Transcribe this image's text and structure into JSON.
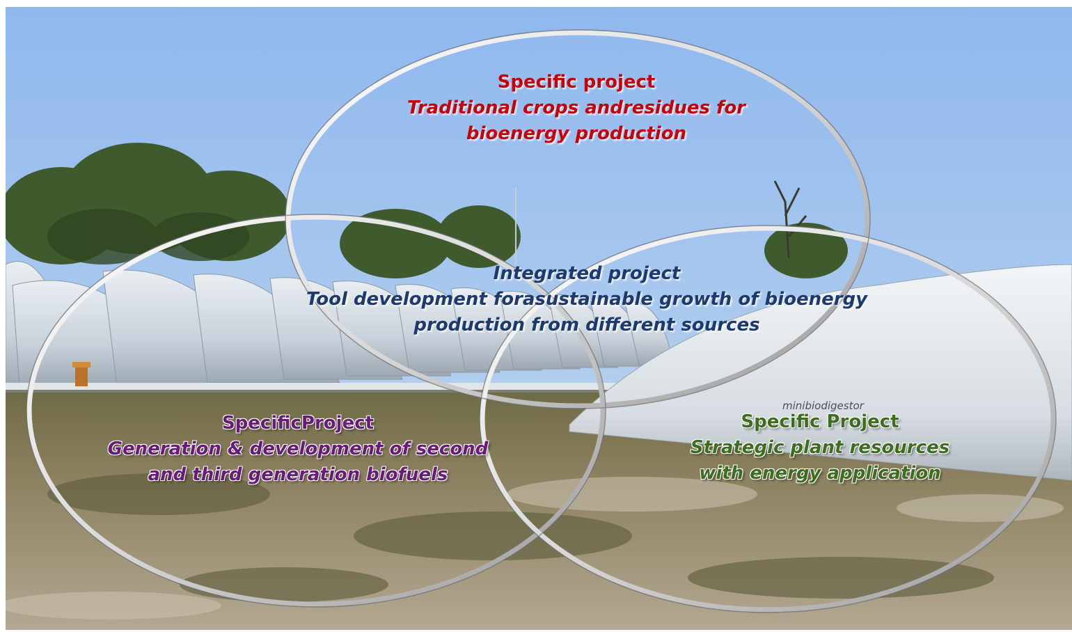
{
  "diagram": {
    "colors": {
      "top": "#c8000a",
      "center": "#1c3a70",
      "left": "#6b1a7a",
      "right": "#3d6e1f",
      "ring": "#e6e6e6"
    },
    "top": {
      "heading": "Specific project",
      "line1": "Traditional crops andresidues  for",
      "line2": "bioenergy production"
    },
    "center": {
      "heading": "Integrated project",
      "line1": "Tool development forasustainable growth of bioenergy",
      "line2": "production from different sources"
    },
    "left": {
      "heading": "SpecificProject",
      "line1": "Generation & development of second",
      "line2": "and third generation biofuels"
    },
    "right": {
      "heading": "Specific Project",
      "line1": "Strategic plant resources",
      "line2": "with energy application"
    },
    "photo_text": {
      "digester_label": "minibiodigestor"
    }
  }
}
